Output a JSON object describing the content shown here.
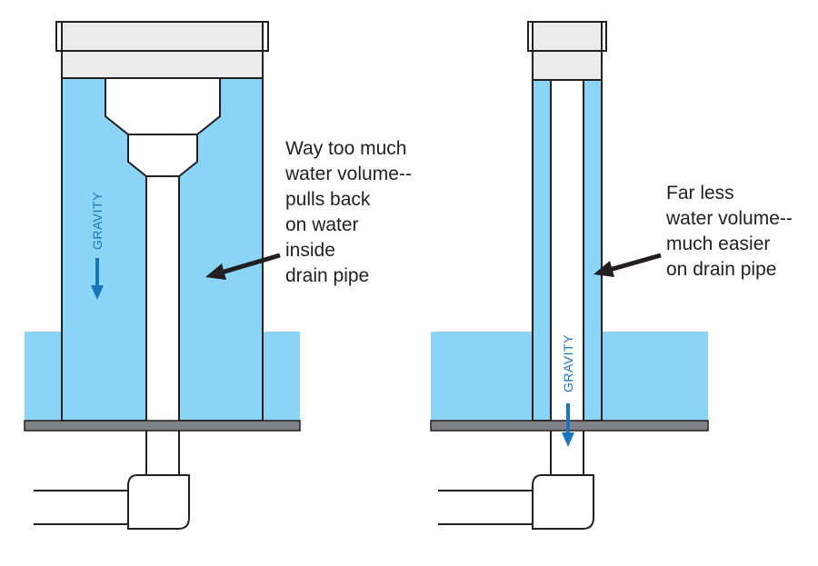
{
  "colors": {
    "water": "#8ad4f5",
    "outline": "#231f20",
    "cap": "#ececec",
    "base": "#808285",
    "arrow_blue": "#1b75bc",
    "pipe": "#ffffff"
  },
  "left_panel": {
    "callout_lines": [
      "Way too much",
      "water volume--",
      "pulls back",
      "on water",
      "inside",
      "drain pipe"
    ],
    "gravity_label": "GRAVITY"
  },
  "right_panel": {
    "callout_lines": [
      "Far less",
      "water volume--",
      "much easier",
      "on drain pipe"
    ],
    "gravity_label": "GRAVITY"
  },
  "icons": {
    "pointer": "arrow-pointer-icon",
    "gravity": "down-arrow-icon"
  }
}
